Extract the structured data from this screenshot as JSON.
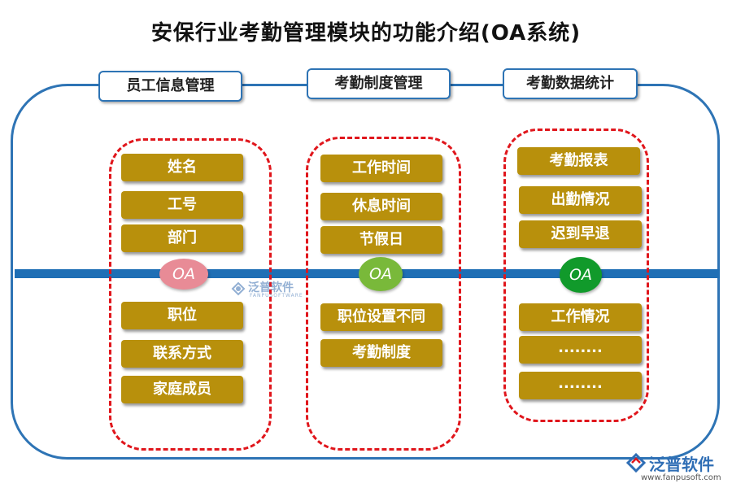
{
  "title": "安保行业考勤管理模块的功能介绍(OA系统)",
  "columns": [
    {
      "header": "员工信息管理",
      "badge": "OA",
      "items_top": [
        "姓名",
        "工号",
        "部门"
      ],
      "items_bottom": [
        "职位",
        "联系方式",
        "家庭成员"
      ]
    },
    {
      "header": "考勤制度管理",
      "badge": "OA",
      "items_top": [
        "工作时间",
        "休息时间",
        "节假日"
      ],
      "items_bottom": [
        "职位设置不同",
        "考勤制度"
      ]
    },
    {
      "header": "考勤数据统计",
      "badge": "OA",
      "items_top": [
        "考勤报表",
        "出勤情况",
        "迟到早退"
      ],
      "items_bottom": [
        "工作情况",
        "........",
        "........"
      ]
    }
  ],
  "watermark_center": {
    "name": "泛普软件",
    "sub": "FANPUSOFTWARE"
  },
  "watermark_corner": {
    "name": "泛普软件",
    "url": "www.fanpusoft.com"
  },
  "colors": {
    "frame": "#2e74b5",
    "timeline": "#1f6fb5",
    "item_fill": "#b8900c",
    "group_border": "#e0161c",
    "badge_1": "#e88b96",
    "badge_2": "#79b93a",
    "badge_3": "#119a2b"
  }
}
